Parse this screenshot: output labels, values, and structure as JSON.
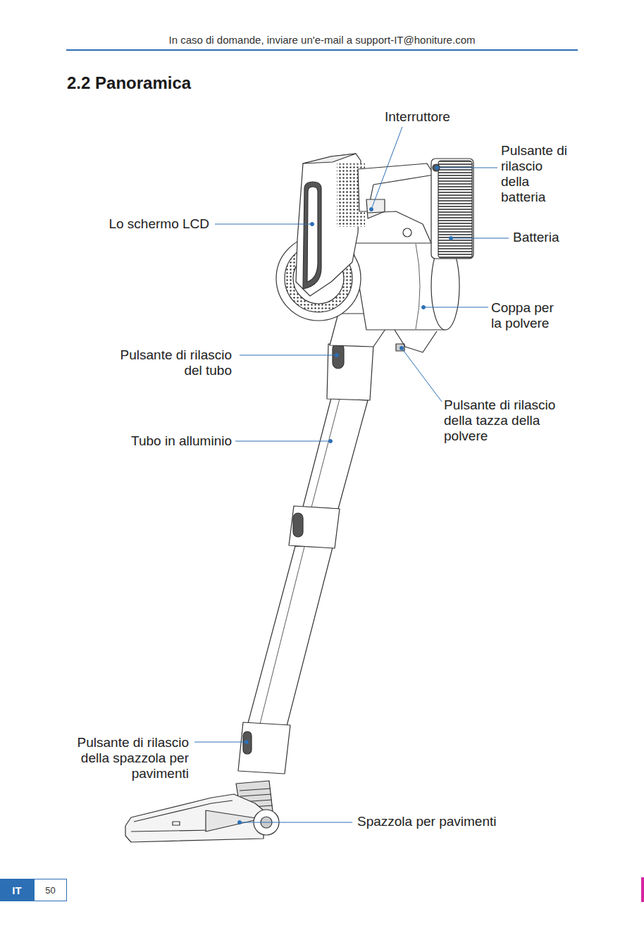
{
  "diagram": {
    "title": "2.2 Panoramica",
    "nodes": [
      {
        "text": [
          "IT"
        ]
      },
      {
        "text": [
          "50"
        ]
      }
    ],
    "labels": [
      "In caso di domande, inviare un'e-mail a support-IT@honiture.com",
      "Interruttore",
      "Pulsante di rilascio della batteria",
      "Lo schermo LCD",
      "Batteria",
      "Coppa per la polvere",
      "Pulsante di rilascio del tubo",
      "Pulsante di rilascio della tazza della polvere",
      "Tubo in alluminio",
      "Pulsante di rilascio della spazzola per pavimenti",
      "Spazzola per pavimenti"
    ]
  }
}
